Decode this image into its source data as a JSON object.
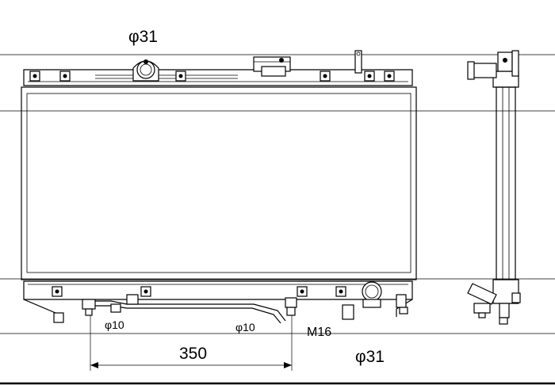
{
  "labels": {
    "top_inlet_diameter": "φ31",
    "bottom_outlet_diameter": "φ31",
    "pipe_diameter_left": "φ10",
    "pipe_diameter_right": "φ10",
    "thread_size": "M16",
    "center_distance": "350"
  }
}
